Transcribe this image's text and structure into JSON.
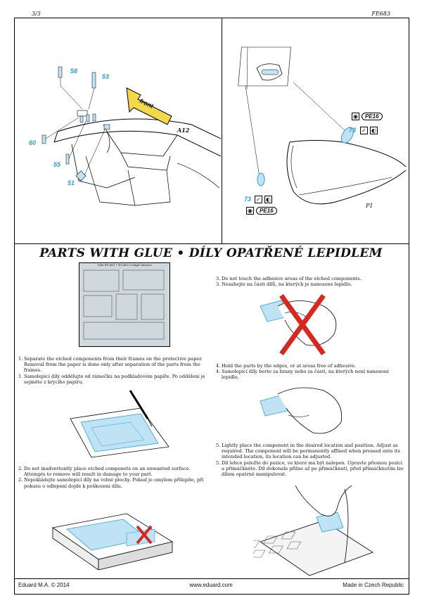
{
  "header": {
    "page": "3/3",
    "code": "FE683"
  },
  "top_left": {
    "parts": [
      "58",
      "53",
      "60",
      "55",
      "51"
    ],
    "front_label": "front",
    "ref_label": "A12"
  },
  "top_right": {
    "part": "73",
    "badge": "PE16",
    "ref_label": "P1"
  },
  "section_title": "PARTS WITH GLUE  •  DÍLY OPATŘENÉ LEPIDLEM",
  "fret_label": "1/48   FE 683 • 49 683 Cockpit   Interior",
  "steps": {
    "s1_en": "Separate the etched components from their frames on the protective paper. Removal from the paper is done only after separation of the parts from the frames.",
    "s1_cz": "Samolepicí díly oddělujte od rámečku na podkladovém papíře. Po oddělení je sejměte z krycího papíru.",
    "s2_en": "Do not inadvertently place etched componets on an unwanted surface. Attempts to remove will result in damage to your part.",
    "s2_cz": "Nepokládejte samolepicí díly na volné plochy. Pokud je omylem přilepíte, při pokusu o odlepení dojde k poškození dílu.",
    "s3_en": "Do not touch the adhesive areas of the etched components.",
    "s3_cz": "Nesahejte na části dílů, na kterých je naneseno lepidlo.",
    "s4_en": "Hold the parts by the edges, or at areas free of adhesive.",
    "s4_cz": "Samolepicí díly berte za hrany nebo za části, na kterých není nanesené lepidlo.",
    "s5_en": "Lightly place the component in the desired location and position. Adjust as required. The component will be permanently affixed when pressed onto its intended location, its location can be adjusted.",
    "s5_cz": "Díl lehce položte do pozice, ve které má být nalepen. Upravte přesnou pozici a přimáčkněte. Díl dokonale přilne až po přimáčknutí, před přimáčknutím lze dílem opatrně manipulovat."
  },
  "step_numbers": {
    "n1": "1.",
    "n1b": "1.",
    "n2": "2.",
    "n2b": "2.",
    "n3": "3.",
    "n3b": "3.",
    "n4": "4.",
    "n4b": "4.",
    "n5": "5.",
    "n5b": "5."
  },
  "footer": {
    "left": "Eduard M.A. © 2014",
    "center": "www.eduard.com",
    "right": "Made in Czech Republic"
  },
  "colors": {
    "accent": "#2a9fd6",
    "etch": "#bfe3f4",
    "x_mark": "#d6281e"
  }
}
